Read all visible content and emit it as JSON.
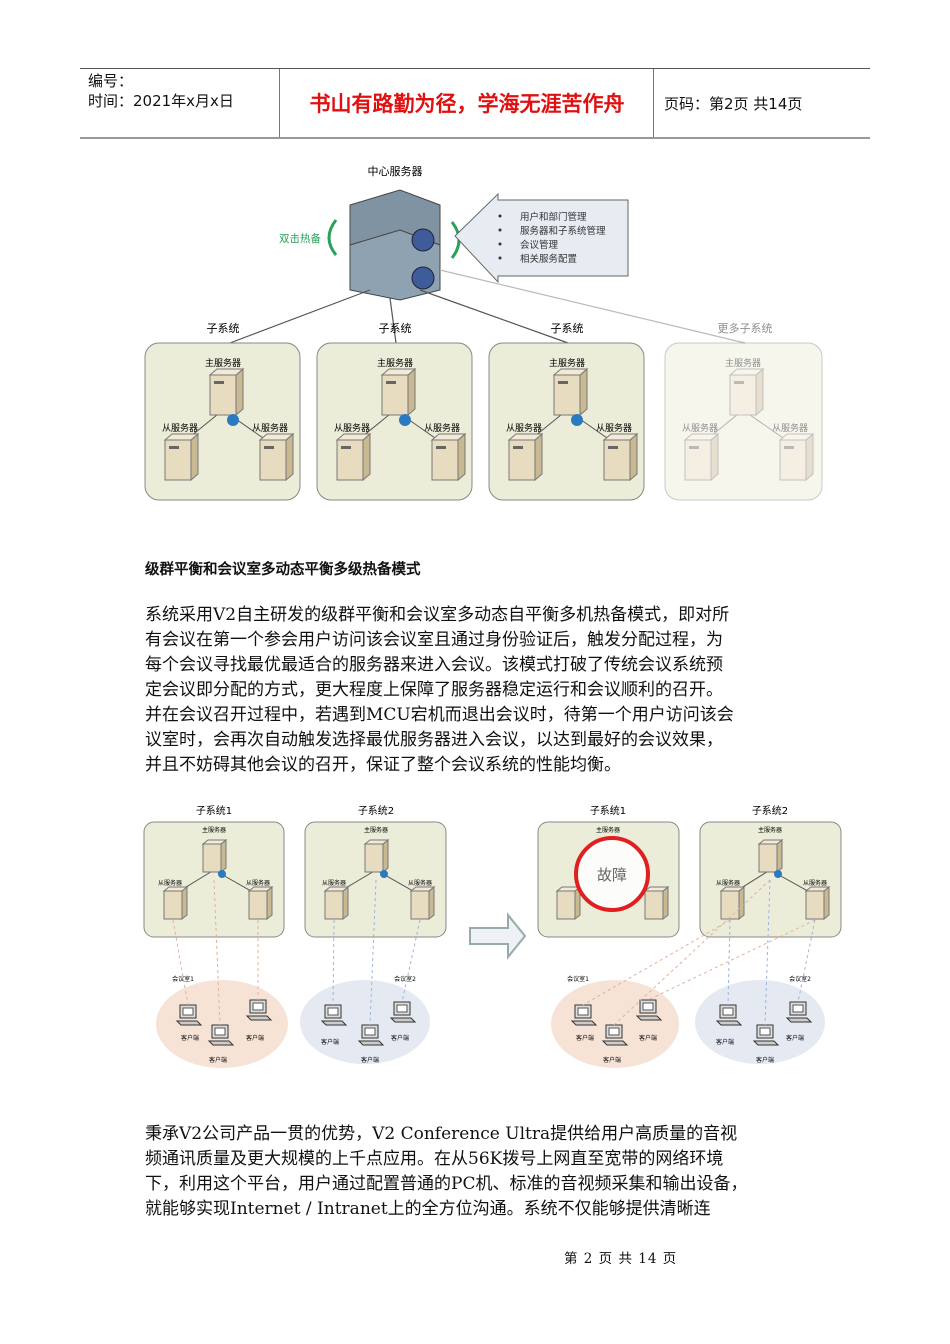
{
  "header": {
    "number_label": "编号：",
    "time_label": "时间：2021年x月x日",
    "motto": "书山有路勤为径，学海无涯苦作舟",
    "page_info": "页码：第2页 共14页"
  },
  "diagram1": {
    "center_label": "中心服务器",
    "hot_standby": "双击热备",
    "callout_items": [
      "用户和部门管理",
      "服务器和子系统管理",
      "会议管理",
      "相关服务配置"
    ],
    "subsystem_label": "子系统",
    "more_label": "更多子系统",
    "main_server": "主服务器",
    "slave_server": "从服务器"
  },
  "heading": "级群平衡和会议室多动态平衡多级热备模式",
  "para1": {
    "lines": [
      "系统采用V2自主研发的级群平衡和会议室多动态自平衡多机热备模式，即对所",
      "有会议在第一个参会用户访问该会议室且通过身份验证后，触发分配过程，为",
      "每个会议寻找最优最适合的服务器来进入会议。该模式打破了传统会议系统预",
      "定会议即分配的方式，更大程度上保障了服务器稳定运行和会议顺利的召开。",
      "并在会议召开过程中，若遇到MCU宕机而退出会议时，待第一个用户访问该会",
      "议室时，会再次自动触发选择最优服务器进入会议，以达到最好的会议效果，",
      "并且不妨碍其他会议的召开，保证了整个会议系统的性能均衡。"
    ]
  },
  "diagram2": {
    "subsystem1": "子系统1",
    "subsystem2": "子系统2",
    "main_server": "主服务器",
    "slave_server": "从服务器",
    "room1": "会议室1",
    "room2": "会议室2",
    "client": "客户端",
    "fault": "故障"
  },
  "para2": {
    "lines": [
      "秉承V2公司产品一贯的优势，V2 Conference Ultra提供给用户高质量的音视",
      "频通讯质量及更大规模的上千点应用。在从56K拨号上网直至宽带的网络环境",
      "下，利用这个平台，用户通过配置普通的PC机、标准的音视频采集和输出设备，",
      "就能够实现Internet / Intranet上的全方位沟通。系统不仅能够提供清晰连"
    ]
  },
  "footer": "第 2 页 共 14 页",
  "colors": {
    "motto": "#e01010",
    "box_fill": "#ecedd9",
    "accent_green": "#2aa05a",
    "fault_red": "#e02020"
  }
}
